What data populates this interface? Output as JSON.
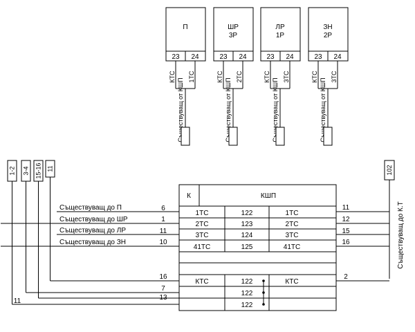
{
  "relays": [
    {
      "line1": "П",
      "line2": "",
      "t1": "23",
      "t2": "24",
      "w1": "КТС",
      "w2": "1ТС",
      "cable": "Съществуващ от КШП"
    },
    {
      "line1": "ШР",
      "line2": "3Р",
      "t1": "23",
      "t2": "24",
      "w1": "КТС",
      "w2": "2ТС",
      "cable": "Съществуващ от КШП"
    },
    {
      "line1": "ЛР",
      "line2": "1Р",
      "t1": "23",
      "t2": "24",
      "w1": "КТС",
      "w2": "3ТС",
      "cable": "Съществуващ от КШП"
    },
    {
      "line1": "ЗН",
      "line2": "2Р",
      "t1": "23",
      "t2": "24",
      "w1": "КТС",
      "w2": "3ТС",
      "cable": "Съществуващ от КШП"
    }
  ],
  "left_tags": [
    "1-2",
    "3-4",
    "15-16",
    "11"
  ],
  "right_tag": "102",
  "right_label": "Съществуващ до К.Т",
  "panel": {
    "k_label": "К",
    "title": "КШП",
    "rows": [
      {
        "lw": "6",
        "c1": "1ТС",
        "c2": "122",
        "c3": "1ТС",
        "rw": "11",
        "desc": "Съществуващ до П"
      },
      {
        "lw": "1",
        "c1": "2ТС",
        "c2": "123",
        "c3": "2ТС",
        "rw": "12",
        "desc": "Съществуващ до ШР"
      },
      {
        "lw": "11",
        "c1": "3ТС",
        "c2": "124",
        "c3": "3ТС",
        "rw": "15",
        "desc": "Съществуващ до ЛР"
      },
      {
        "lw": "10",
        "c1": "41ТС",
        "c2": "125",
        "c3": "41ТС",
        "rw": "16",
        "desc": "Съществуващ до ЗН"
      },
      {
        "lw": "",
        "c1": "",
        "c2": "",
        "c3": "",
        "rw": "",
        "desc": ""
      },
      {
        "lw": "",
        "c1": "",
        "c2": "",
        "c3": "",
        "rw": "",
        "desc": ""
      },
      {
        "lw": "16",
        "c1": "КТС",
        "c2": "122",
        "c3": "КТС",
        "rw": "2",
        "desc": ""
      },
      {
        "lw": "7",
        "c1": "",
        "c2": "122",
        "c3": "",
        "rw": "",
        "desc": ""
      },
      {
        "lw": "13",
        "c1": "",
        "c2": "122",
        "c3": "",
        "rw": "",
        "desc": ""
      }
    ],
    "bottom_left_wire": "11"
  }
}
